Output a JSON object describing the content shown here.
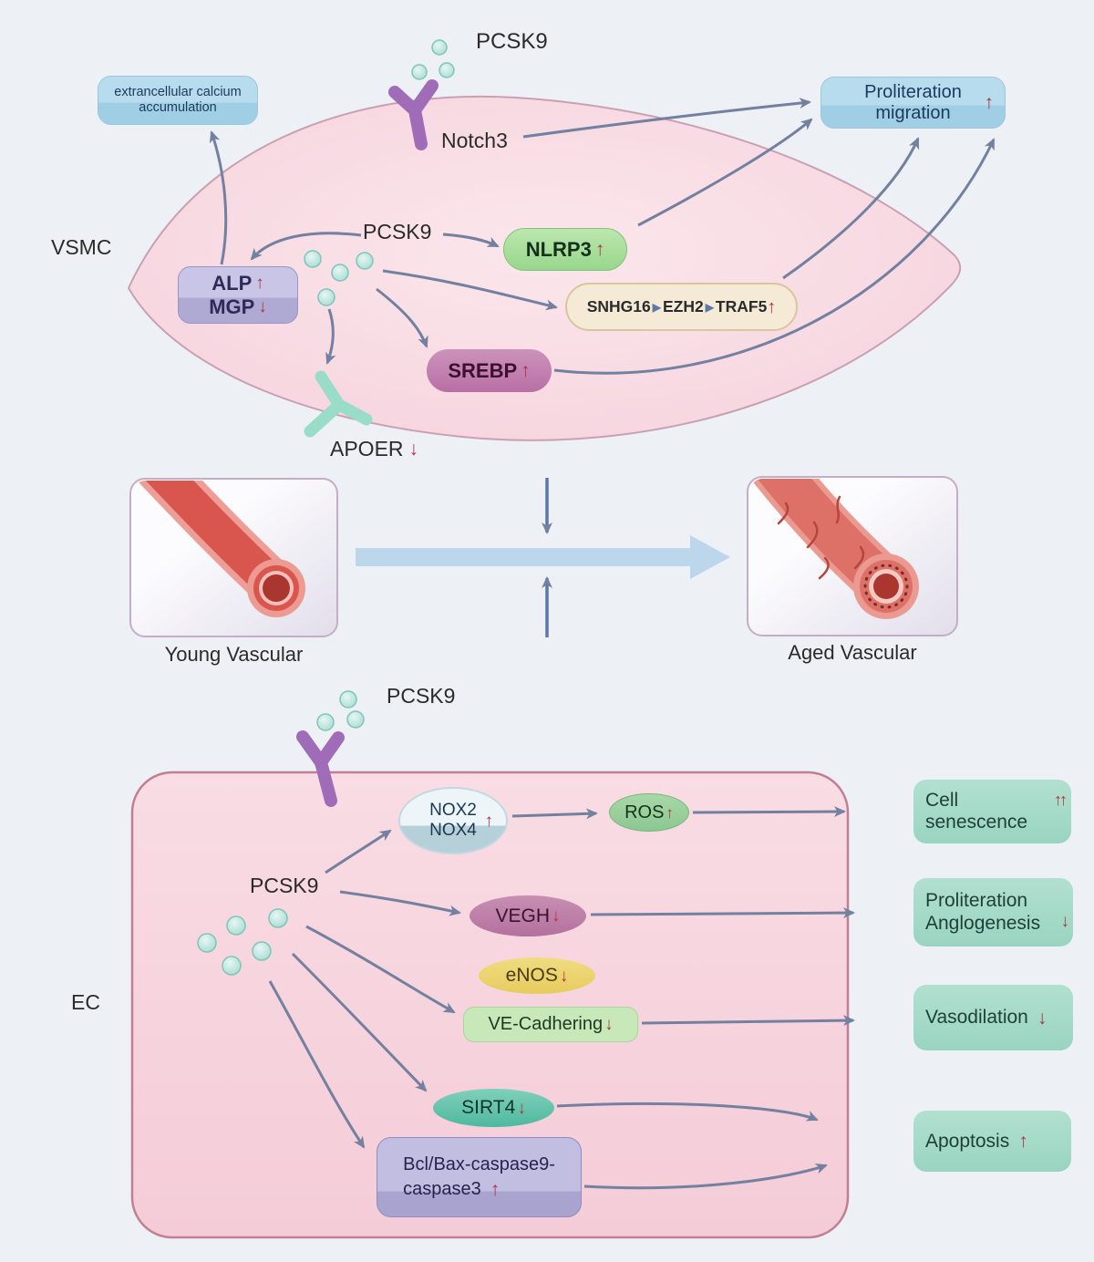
{
  "icons": {
    "up": "↑",
    "down": "↓",
    "upup": "↑↑",
    "play": "▶"
  },
  "vsmc": {
    "cell_label": "VSMC",
    "pcsk9_extracellular": "PCSK9",
    "notch3_label": "Notch3",
    "calcium_line1": "extrancellular calcium",
    "calcium_line2": "accumulation",
    "pcsk9_label": "PCSK9",
    "alp": "ALP",
    "mgp": "MGP",
    "nlrp3": "NLRP3",
    "snhg16": "SNHG16",
    "ezh2": "EZH2",
    "traf5": "TRAF5",
    "srebp": "SREBP",
    "apoer": "APOER",
    "proliferation_line1": "Proliteration",
    "proliferation_line2": "migration"
  },
  "middle": {
    "young": "Young Vascular",
    "aged": "Aged Vascular"
  },
  "ec": {
    "cell_label": "EC",
    "pcsk9_extracellular": "PCSK9",
    "pcsk9_label": "PCSK9",
    "nox2": "NOX2",
    "nox4": "NOX4",
    "ros": "ROS",
    "vegh": "VEGH",
    "enos": "eNOS",
    "ve_cadhering": "VE-Cadhering",
    "sirt4": "SIRT4",
    "bcl_line1": "Bcl/Bax-caspase9-",
    "bcl_line2": "caspase3",
    "out_senescence_line1": "Cell",
    "out_senescence_line2": "senescence",
    "out_proliferation_line1": "Proliteration",
    "out_proliferation_line2": "Anglogenesis",
    "out_vasodilation": "Vasodilation",
    "out_apoptosis": "Apoptosis"
  }
}
